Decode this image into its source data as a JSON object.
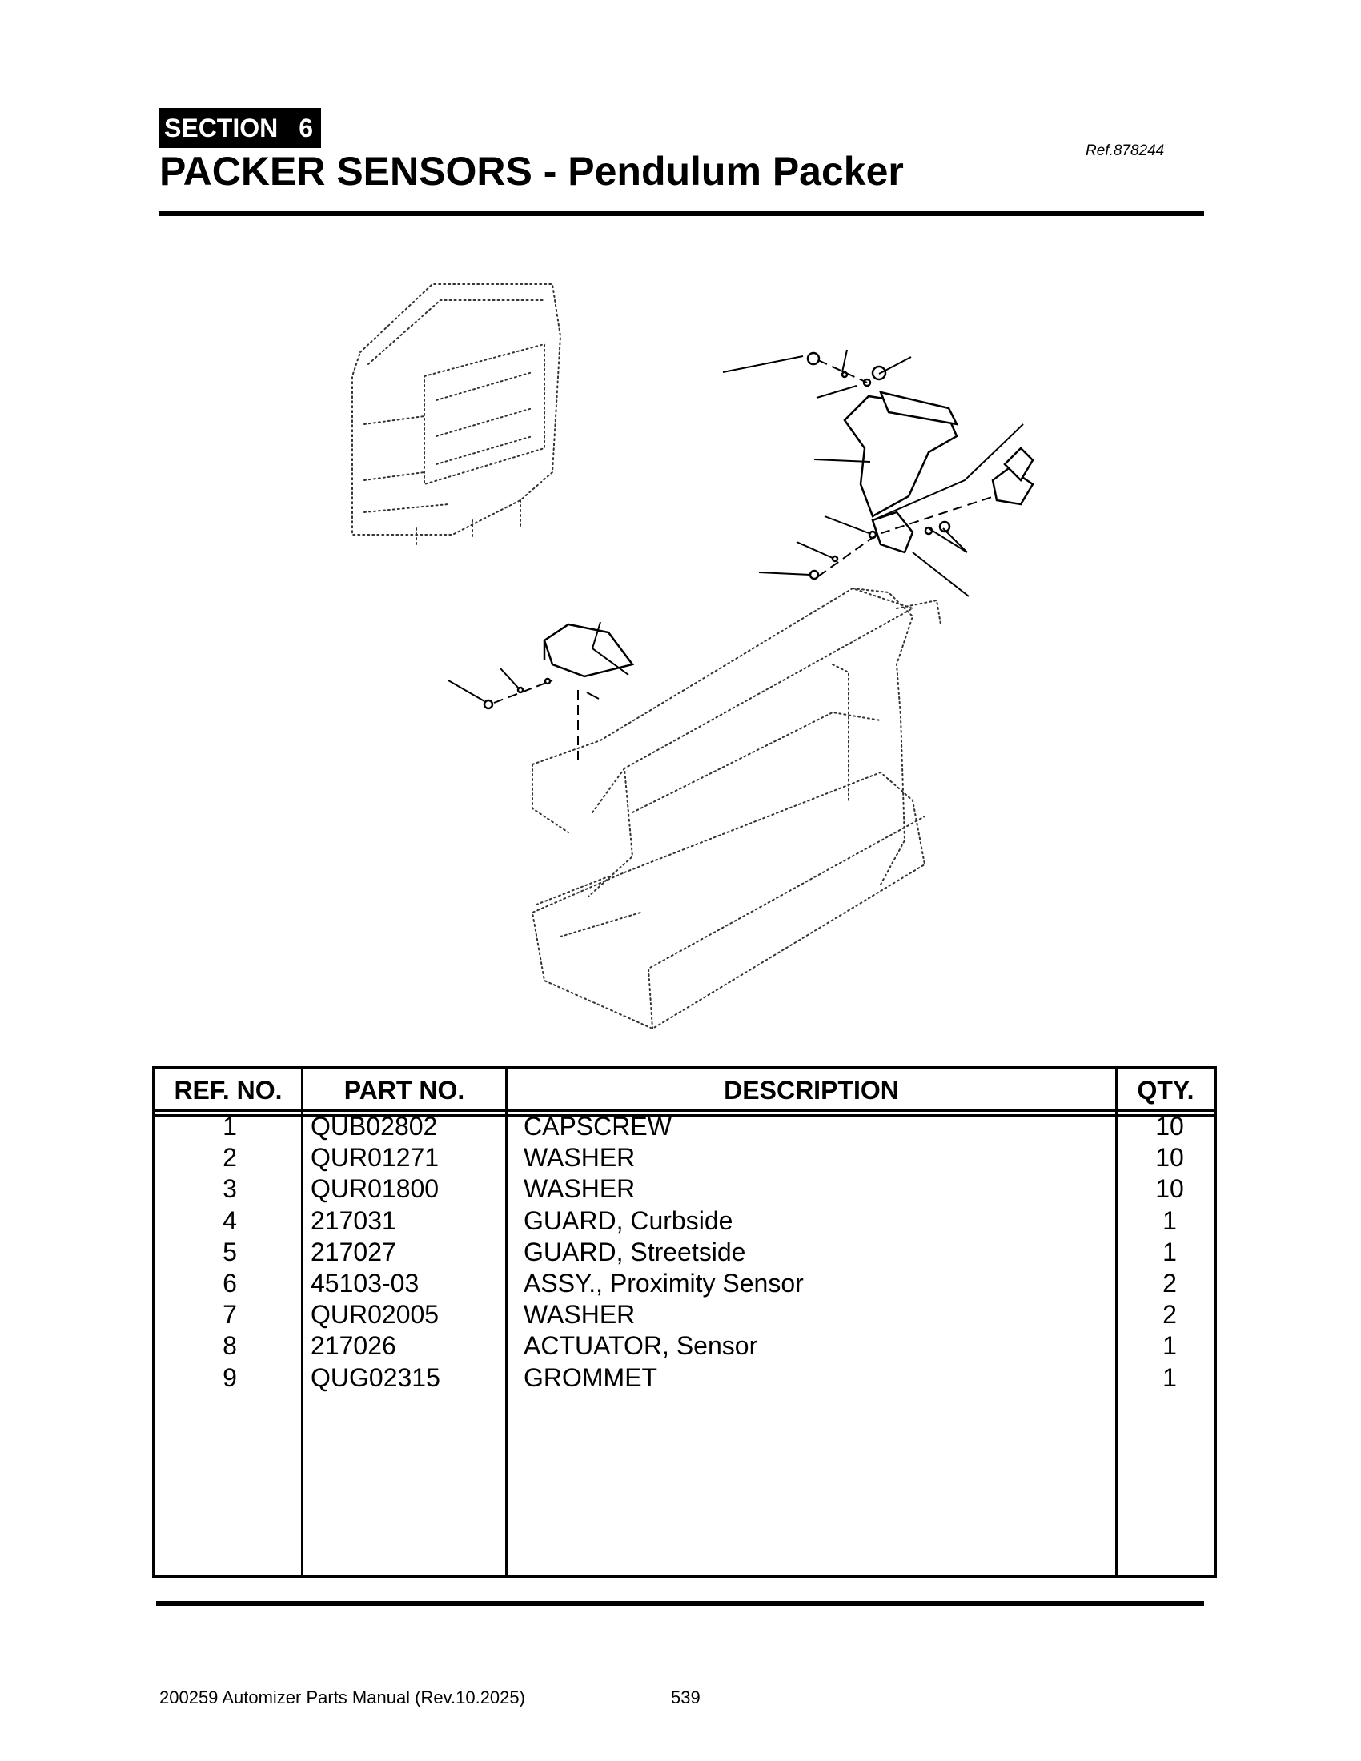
{
  "header": {
    "section_label": "SECTION",
    "section_number": "6",
    "title": "PACKER SENSORS - Pendulum Packer",
    "ref": "Ref.878244"
  },
  "table": {
    "headers": {
      "ref": "REF. NO.",
      "part": "PART NO.",
      "description": "DESCRIPTION",
      "qty": "QTY."
    },
    "rows": [
      {
        "ref": "1",
        "part": "QUB02802",
        "description": "CAPSCREW",
        "qty": "10"
      },
      {
        "ref": "2",
        "part": "QUR01271",
        "description": "WASHER",
        "qty": "10"
      },
      {
        "ref": "3",
        "part": "QUR01800",
        "description": "WASHER",
        "qty": "10"
      },
      {
        "ref": "4",
        "part": "217031",
        "description": "GUARD, Curbside",
        "qty": "1"
      },
      {
        "ref": "5",
        "part": "217027",
        "description": "GUARD, Streetside",
        "qty": "1"
      },
      {
        "ref": "6",
        "part": "45103-03",
        "description": "ASSY., Proximity Sensor",
        "qty": "2"
      },
      {
        "ref": "7",
        "part": "QUR02005",
        "description": "WASHER",
        "qty": "2"
      },
      {
        "ref": "8",
        "part": "217026",
        "description": "ACTUATOR, Sensor",
        "qty": "1"
      },
      {
        "ref": "9",
        "part": "QUG02315",
        "description": "GROMMET",
        "qty": "1"
      }
    ]
  },
  "footer": {
    "manual": "200259 Automizer Parts Manual (Rev.10.2025)",
    "page": "539"
  }
}
